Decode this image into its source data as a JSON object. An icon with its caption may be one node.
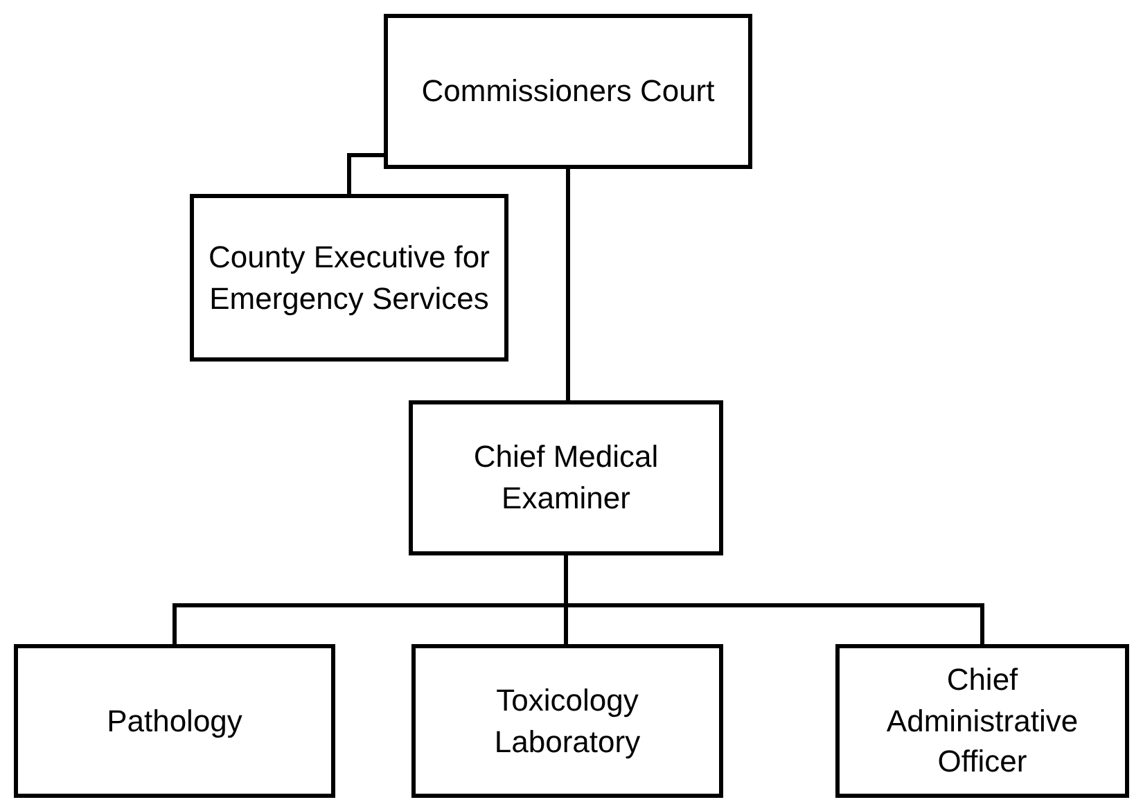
{
  "diagram": {
    "nodes": [
      {
        "text": [
          "Commissioners Court"
        ]
      },
      {
        "text": [
          "County Executive for Emergency Services"
        ]
      },
      {
        "text": [
          "Chief Medical Examiner"
        ]
      },
      {
        "text": [
          "Pathology"
        ]
      },
      {
        "text": [
          "Toxicology Laboratory"
        ]
      },
      {
        "text": [
          "Chief Administrative Officer"
        ]
      }
    ],
    "edges": [
      {
        "from": 0,
        "to": 2,
        "arrow": "none"
      },
      {
        "from": 0,
        "to": 1,
        "arrow": "none"
      },
      {
        "from": 2,
        "to": 3,
        "arrow": "none"
      },
      {
        "from": 2,
        "to": 4,
        "arrow": "none"
      },
      {
        "from": 2,
        "to": 5,
        "arrow": "none"
      }
    ]
  }
}
